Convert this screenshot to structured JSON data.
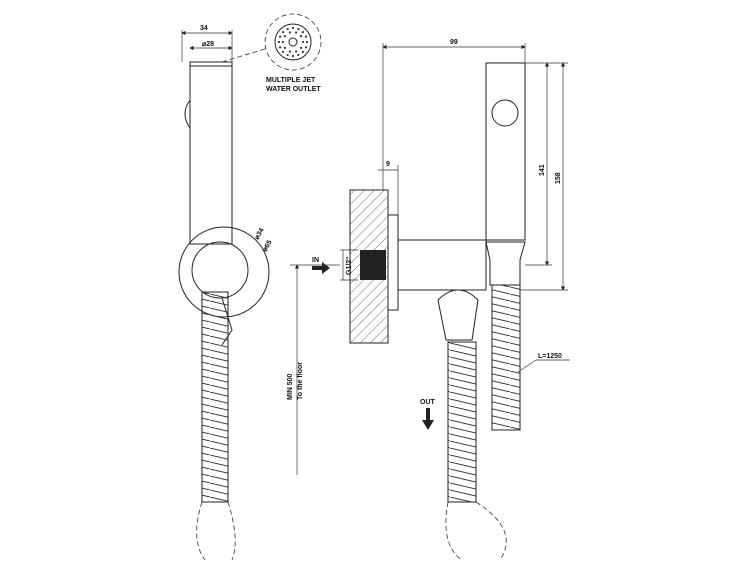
{
  "dimensions": {
    "width_34": "34",
    "diameter_28": "⌀28",
    "diameter_34": "⌀34",
    "diameter_65": "⌀65",
    "length_99": "99",
    "depth_9": "9",
    "height_141": "141",
    "height_158": "158",
    "thread": "G1/2\"",
    "hose_length": "L=1250",
    "min_height_line1": "MIN 500",
    "min_height_line2": "To the floor"
  },
  "labels": {
    "outlet_line1": "MULTIPLE JET",
    "outlet_line2": "WATER OUTLET",
    "inlet": "IN",
    "outlet": "OUT"
  },
  "colors": {
    "line": "#222222",
    "background": "#ffffff"
  }
}
